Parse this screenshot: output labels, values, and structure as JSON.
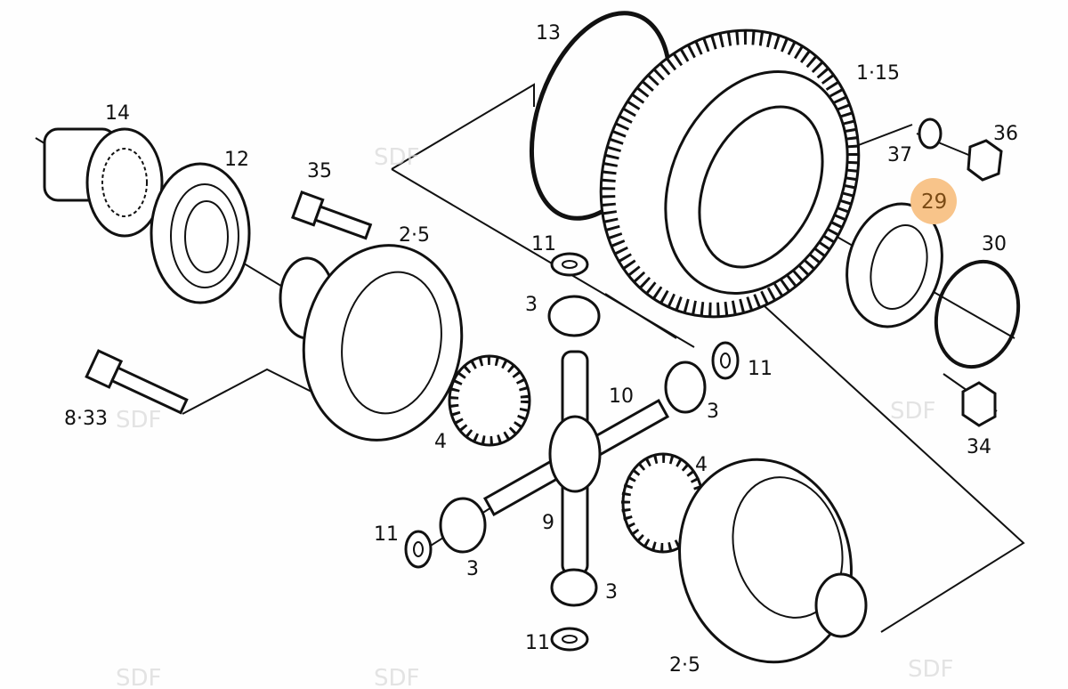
{
  "diagram": {
    "title": "Differential exploded parts diagram",
    "highlight_color": "#f8c48a",
    "highlighted_part": "29",
    "watermark": "SDF",
    "labels": {
      "ring_13": "13",
      "gear_1_15": "1·15",
      "flange_14": "14",
      "bearing_12": "12",
      "bolt_35": "35",
      "housing_top_2_5": "2·5",
      "washer_37": "37",
      "nut_36": "36",
      "bearing_29": "29",
      "ring_30": "30",
      "washer_11_top": "11",
      "gear_3_top": "3",
      "washer_11_right": "11",
      "shaft_10": "10",
      "gear_3_right": "3",
      "bolt_8_33": "8·33",
      "gear_4_left": "4",
      "nut_34": "34",
      "gear_4_right": "4",
      "washer_11_left": "11",
      "shaft_9": "9",
      "gear_3_left": "3",
      "gear_3_bottom": "3",
      "washer_11_bottom": "11",
      "housing_bottom_2_5": "2·5"
    }
  }
}
